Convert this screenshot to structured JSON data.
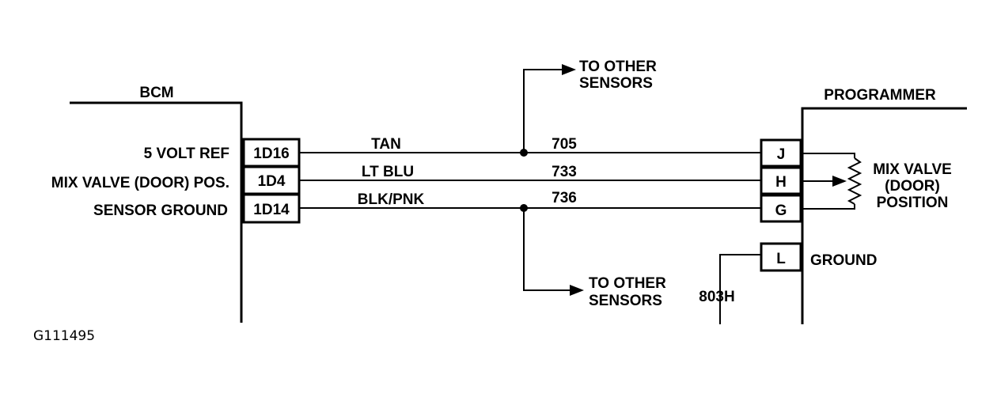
{
  "bcm": {
    "title": "BCM",
    "pins": [
      {
        "label": "5 VOLT REF",
        "terminal": "1D16"
      },
      {
        "label": "MIX VALVE (DOOR) POS.",
        "terminal": "1D4"
      },
      {
        "label": "SENSOR GROUND",
        "terminal": "1D14"
      }
    ]
  },
  "wires": [
    {
      "color": "TAN",
      "circuit": "705"
    },
    {
      "color": "LT BLU",
      "circuit": "733"
    },
    {
      "color": "BLK/PNK",
      "circuit": "736"
    }
  ],
  "splices": {
    "top": {
      "line1": "TO OTHER",
      "line2": "SENSORS"
    },
    "bottom": {
      "line1": "TO OTHER",
      "line2": "SENSORS"
    }
  },
  "programmer": {
    "title": "PROGRAMMER",
    "terminals": [
      "J",
      "H",
      "G",
      "L"
    ],
    "sensor": {
      "line1": "MIX VALVE",
      "line2": "(DOOR)",
      "line3": "POSITION"
    },
    "ground_label": "GROUND",
    "ground_circuit": "803H"
  },
  "figure_id": "G111495"
}
